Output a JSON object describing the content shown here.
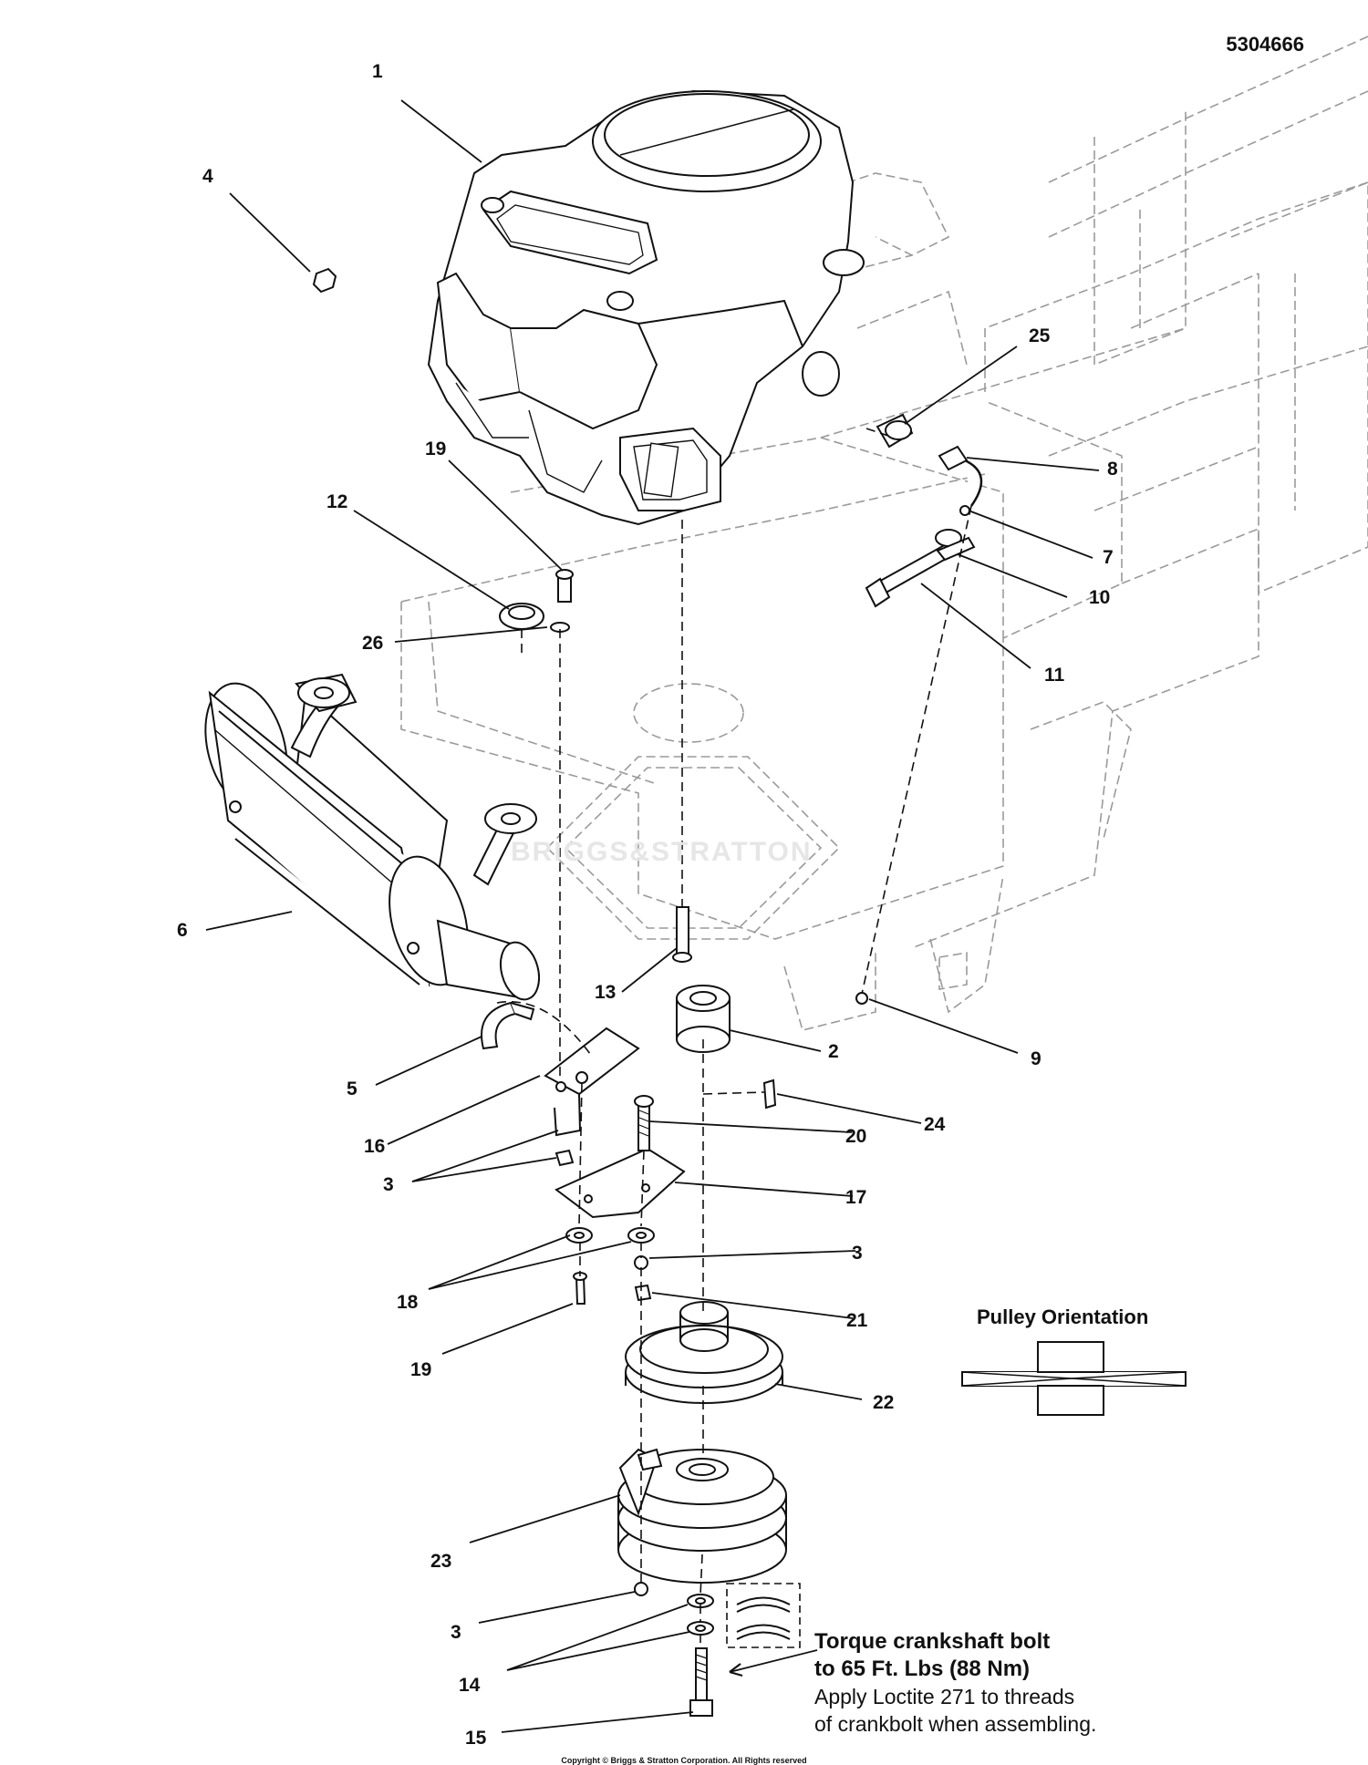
{
  "document_number": "5304666",
  "watermark": "BRIGGS&STRATTON",
  "callouts": [
    {
      "id": "c1",
      "text": "1"
    },
    {
      "id": "c4",
      "text": "4"
    },
    {
      "id": "c25",
      "text": "25"
    },
    {
      "id": "c8",
      "text": "8"
    },
    {
      "id": "c7",
      "text": "7"
    },
    {
      "id": "c10",
      "text": "10"
    },
    {
      "id": "c11",
      "text": "11"
    },
    {
      "id": "c19a",
      "text": "19"
    },
    {
      "id": "c12",
      "text": "12"
    },
    {
      "id": "c26",
      "text": "26"
    },
    {
      "id": "c6",
      "text": "6"
    },
    {
      "id": "c13",
      "text": "13"
    },
    {
      "id": "c2",
      "text": "2"
    },
    {
      "id": "c9",
      "text": "9"
    },
    {
      "id": "c5",
      "text": "5"
    },
    {
      "id": "c24",
      "text": "24"
    },
    {
      "id": "c16",
      "text": "16"
    },
    {
      "id": "c20",
      "text": "20"
    },
    {
      "id": "c3a",
      "text": "3"
    },
    {
      "id": "c17",
      "text": "17"
    },
    {
      "id": "c3b",
      "text": "3"
    },
    {
      "id": "c18",
      "text": "18"
    },
    {
      "id": "c21",
      "text": "21"
    },
    {
      "id": "c19b",
      "text": "19"
    },
    {
      "id": "c22",
      "text": "22"
    },
    {
      "id": "c23",
      "text": "23"
    },
    {
      "id": "c3c",
      "text": "3"
    },
    {
      "id": "c14",
      "text": "14"
    },
    {
      "id": "c15",
      "text": "15"
    }
  ],
  "pulley_orientation_title": "Pulley Orientation",
  "torque_note": {
    "line1": "Torque crankshaft bolt",
    "line2": "to 65 Ft. Lbs (88 Nm)",
    "line3": "Apply Loctite 271 to threads",
    "line4": "of crankbolt when assembling."
  },
  "copyright": "Copyright © Briggs & Stratton Corporation. All Rights reserved",
  "colors": {
    "line": "#111111",
    "frame": "#9a9a9a",
    "watermark": "#e6e6e6"
  }
}
